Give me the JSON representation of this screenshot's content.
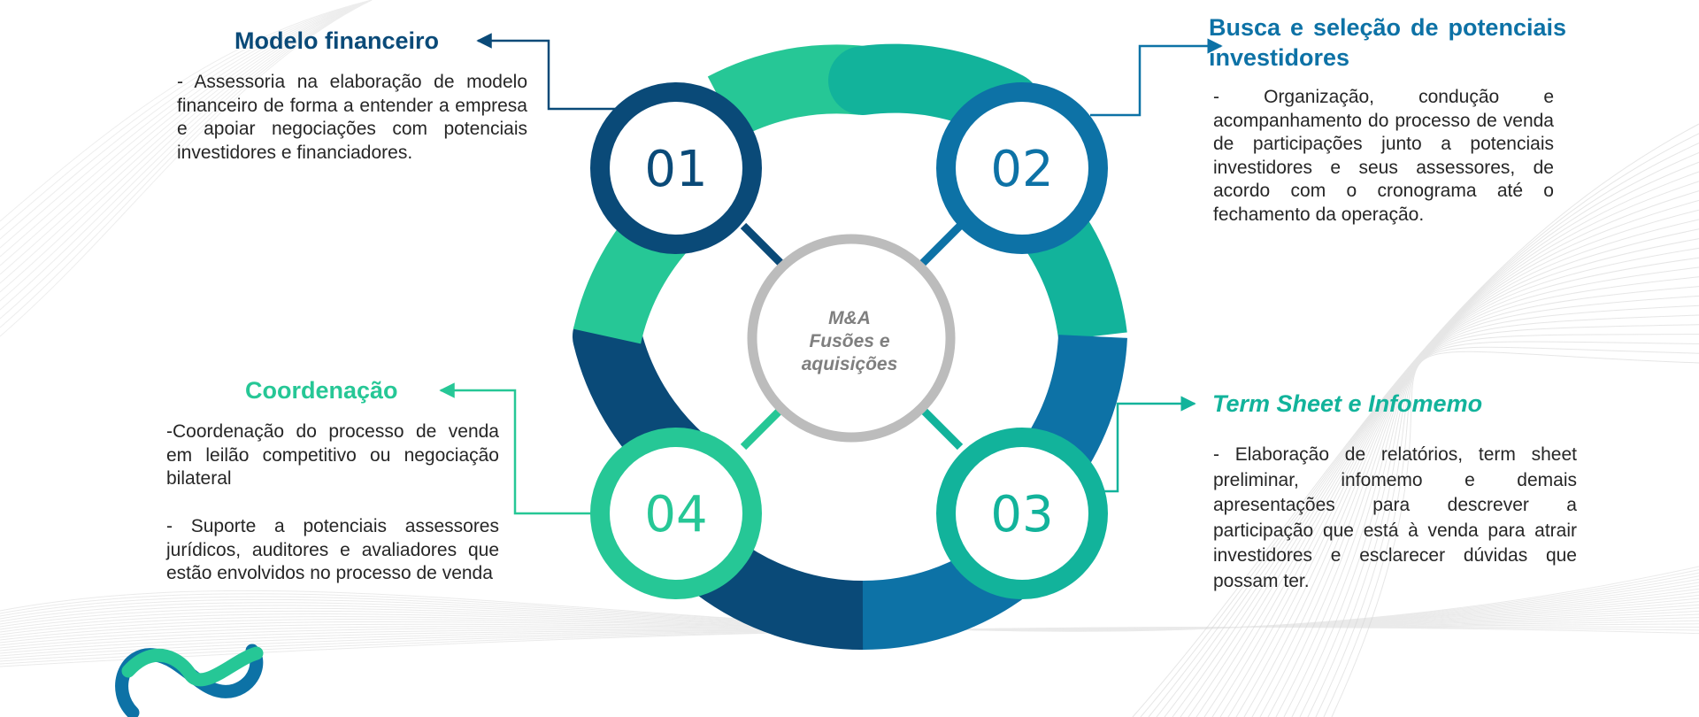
{
  "colors": {
    "dark_blue": "#0a4a78",
    "blue": "#0d72a6",
    "green": "#26c796",
    "teal": "#12b39b",
    "gray": "#bcbcbc",
    "text": "#262626"
  },
  "center": {
    "line1": "M&A",
    "line2": "Fusões e",
    "line3": "aquisições"
  },
  "steps": [
    {
      "number": "01",
      "title": "Modelo financeiro",
      "description": "- Assessoria na elaboração de modelo financeiro de forma a entender a empresa e apoiar negociações com potenciais investidores e financiadores."
    },
    {
      "number": "02",
      "title": "Busca e seleção de potenciais investidores",
      "description": "- Organização, condução e acompanhamento do processo de venda de participações junto a potenciais investidores e seus assessores, de acordo com o cronograma até o fechamento da operação."
    },
    {
      "number": "03",
      "title": "Term Sheet e Infomemo",
      "description": "- Elaboração de relatórios, term sheet preliminar, infomemo e demais apresentações para descrever a participação que está à venda para atrair investidores e esclarecer dúvidas que possam ter."
    },
    {
      "number": "04",
      "title": "Coordenação",
      "description_1": "-Coordenação do processo de venda em leilão competitivo ou negociação bilateral",
      "description_2": "- Suporte a potenciais assessores jurídicos, auditores e avaliadores que estão envolvidos no processo de venda"
    }
  ]
}
